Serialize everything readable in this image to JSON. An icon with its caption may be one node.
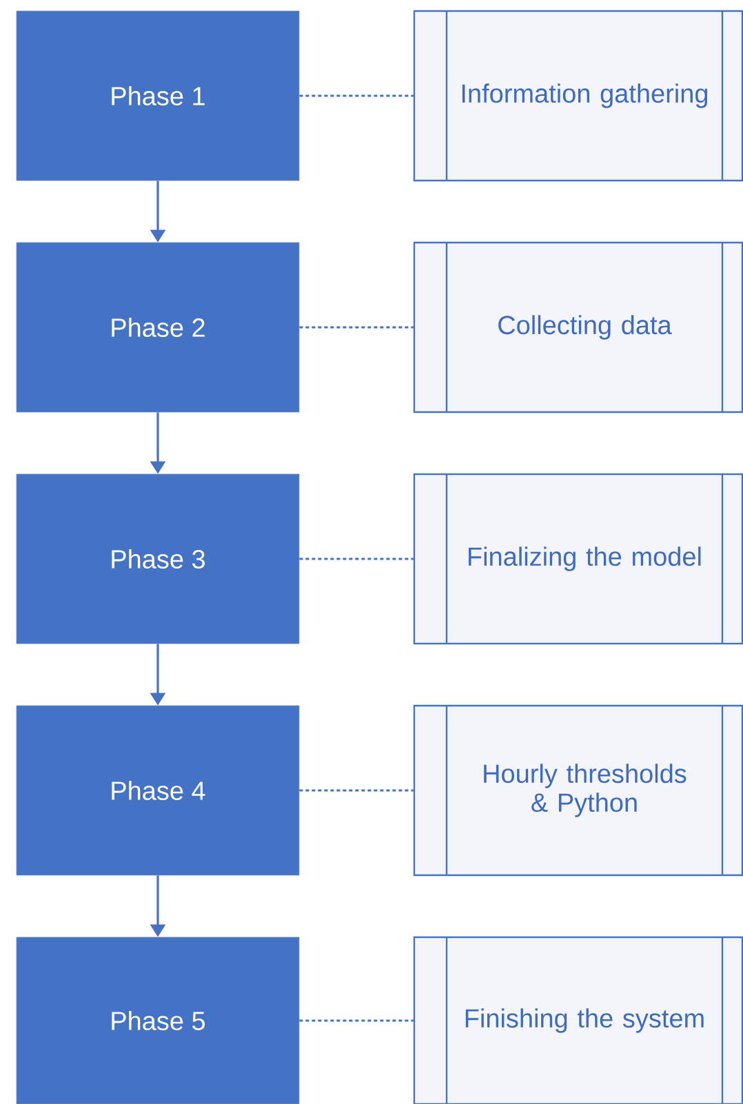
{
  "diagram": {
    "nodes": [
      {
        "text": [
          "Phase 1"
        ]
      },
      {
        "text": [
          "Phase 2"
        ]
      },
      {
        "text": [
          "Phase 3"
        ]
      },
      {
        "text": [
          "Phase 4"
        ]
      },
      {
        "text": [
          "Phase 5"
        ]
      },
      {
        "text": [
          "Information gathering"
        ]
      },
      {
        "text": [
          "Collecting data"
        ]
      },
      {
        "text": [
          "Finalizing the model"
        ]
      },
      {
        "text": [
          "Hourly thresholds & Python"
        ]
      },
      {
        "text": [
          "Finishing the system"
        ]
      }
    ],
    "edges": [
      {
        "from": 0,
        "to": 1,
        "arrow": "to"
      },
      {
        "from": 1,
        "to": 2,
        "arrow": "to"
      },
      {
        "from": 2,
        "to": 3,
        "arrow": "to"
      },
      {
        "from": 3,
        "to": 4,
        "arrow": "to"
      },
      {
        "from": 0,
        "to": 5,
        "arrow": "none",
        "style": "dashed"
      },
      {
        "from": 1,
        "to": 6,
        "arrow": "none",
        "style": "dashed"
      },
      {
        "from": 2,
        "to": 7,
        "arrow": "none",
        "style": "dashed"
      },
      {
        "from": 3,
        "to": 8,
        "arrow": "none",
        "style": "dashed"
      },
      {
        "from": 4,
        "to": 9,
        "arrow": "none",
        "style": "dashed"
      }
    ]
  }
}
